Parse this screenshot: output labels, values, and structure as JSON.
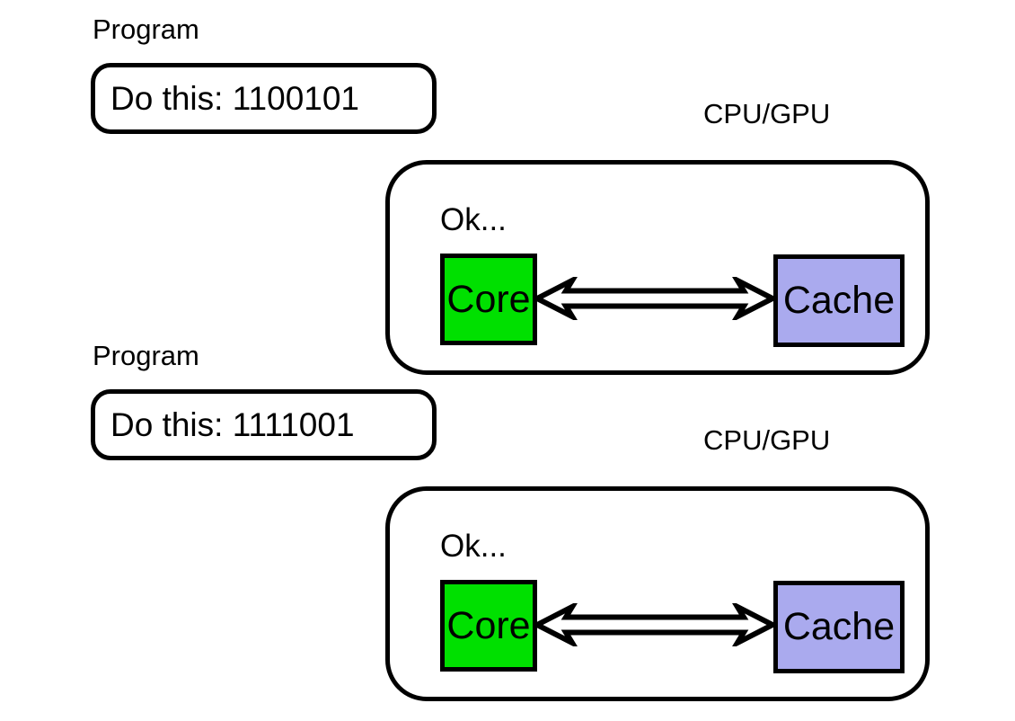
{
  "page": {
    "background": "#ffffff",
    "outline_color": "#000000",
    "arrow_fill": "#ffffff"
  },
  "units": [
    {
      "program_label": "Program",
      "instruction": "Do this: 1100101",
      "cpu_label": "CPU/GPU",
      "ok_label": "Ok...",
      "core": {
        "label": "Core",
        "fill": "#00e000"
      },
      "cache": {
        "label": "Cache",
        "fill": "#aaaaee"
      }
    },
    {
      "program_label": "Program",
      "instruction": "Do this: 1111001",
      "cpu_label": "CPU/GPU",
      "ok_label": "Ok...",
      "core": {
        "label": "Core",
        "fill": "#00e000"
      },
      "cache": {
        "label": "Cache",
        "fill": "#aaaaee"
      }
    }
  ]
}
